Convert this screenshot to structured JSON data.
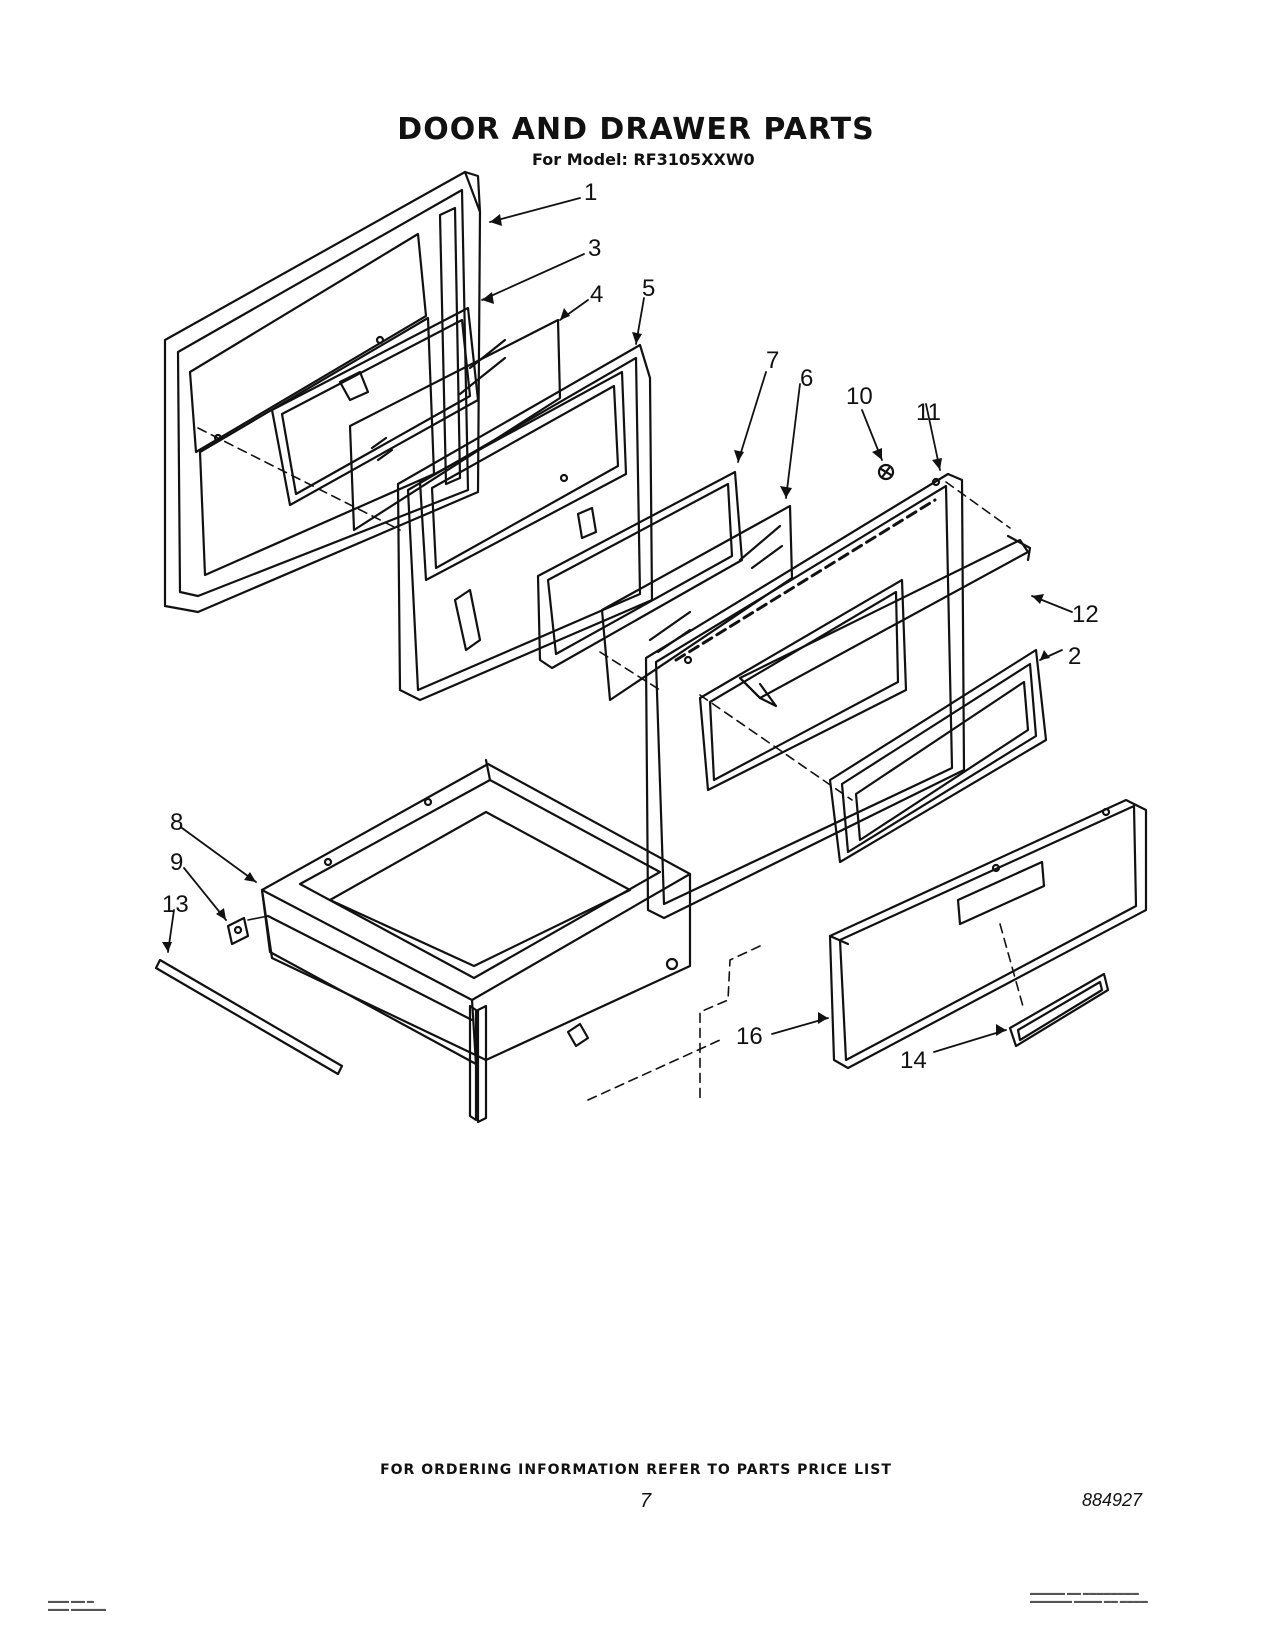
{
  "title": "DOOR AND DRAWER PARTS",
  "subtitle": "For Model: RF3105XXW0",
  "callouts": {
    "c1": "1",
    "c2": "2",
    "c3": "3",
    "c4": "4",
    "c5": "5",
    "c6": "6",
    "c7": "7",
    "c8": "8",
    "c9": "9",
    "c10": "10",
    "c11": "11",
    "c12": "12",
    "c13": "13",
    "c14": "14",
    "c16": "16"
  },
  "footer": "FOR ORDERING INFORMATION REFER TO PARTS PRICE LIST",
  "page_number": "7",
  "doc_number": "884927"
}
